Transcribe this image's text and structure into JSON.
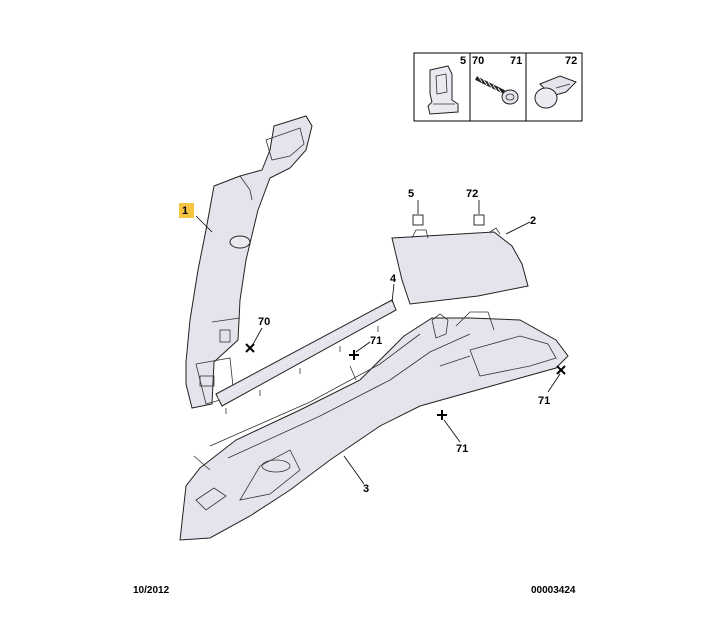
{
  "legend": {
    "ref5": "5",
    "ref70": "70",
    "ref71": "71",
    "ref72": "72"
  },
  "callouts": {
    "c1": "1",
    "c2": "2",
    "c3": "3",
    "c4": "4",
    "c5": "5",
    "c72": "72",
    "c70": "70",
    "c71_top": "71",
    "c71_mid": "71",
    "c71_right": "71"
  },
  "footer": {
    "date": "10/2012",
    "ref": "00003424"
  },
  "colors": {
    "highlight": "#f5c542",
    "part_fill": "#e4e5ec"
  }
}
